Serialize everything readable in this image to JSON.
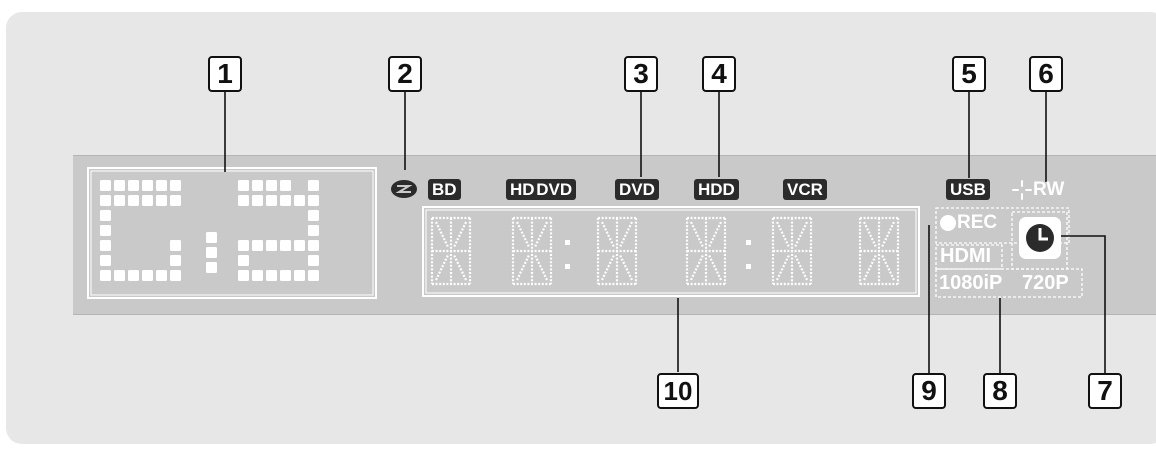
{
  "callouts": {
    "c1": "1",
    "c2": "2",
    "c3": "3",
    "c4": "4",
    "c5": "5",
    "c6": "6",
    "c7": "7",
    "c8": "8",
    "c9": "9",
    "c10": "10"
  },
  "indicators": {
    "bd": "BD",
    "hddvd": "HD DVD",
    "dvd": "DVD",
    "hdd": "HDD",
    "vcr": "VCR",
    "usb": "USB",
    "rw": "RW",
    "rec": "REC",
    "hdmi": "HDMI",
    "res_1080": "1080iP",
    "res_720": "720P"
  },
  "icons": {
    "disc": "disc-logo-icon",
    "clock": "clock-icon",
    "rec_dot": "record-dot-icon",
    "rw_star": "rw-sparkle-icon"
  }
}
